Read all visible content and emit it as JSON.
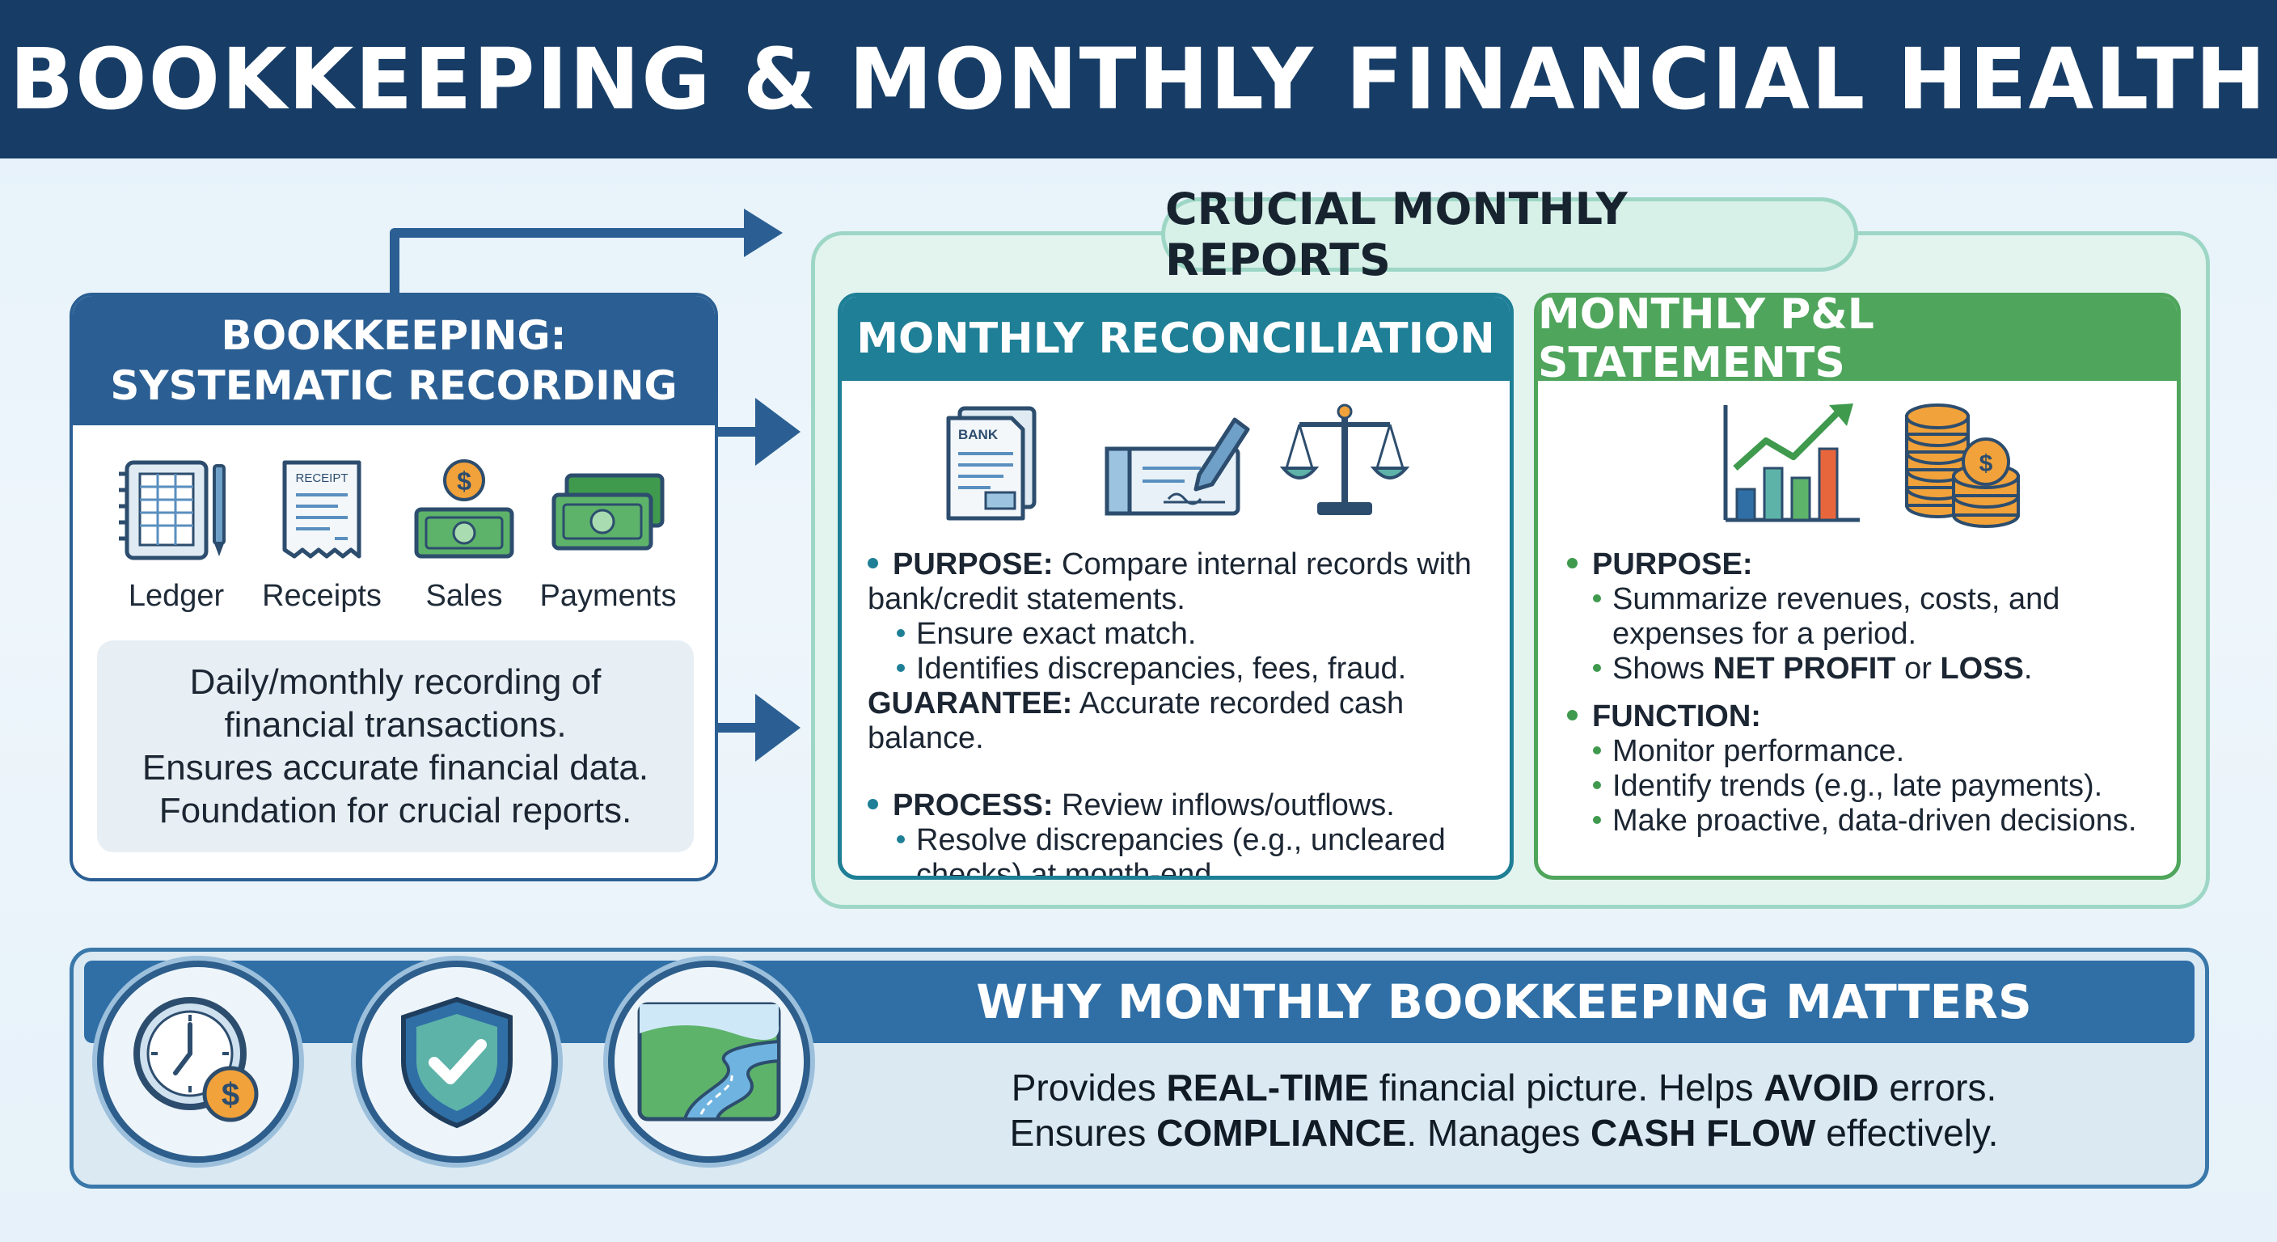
{
  "header": {
    "title": "BOOKKEEPING & MONTHLY FINANCIAL HEALTH"
  },
  "bookkeeping": {
    "title_line1": "BOOKKEEPING:",
    "title_line2": "SYSTEMATIC RECORDING",
    "items": [
      {
        "label": "Ledger",
        "icon": "ledger-icon"
      },
      {
        "label": "Receipts",
        "icon": "receipt-icon",
        "icon_text": "RECEIPT"
      },
      {
        "label": "Sales",
        "icon": "cash-icon"
      },
      {
        "label": "Payments",
        "icon": "payment-icon"
      }
    ],
    "description": [
      "Daily/monthly recording of",
      "financial transactions.",
      "Ensures accurate financial data.",
      "Foundation for crucial reports."
    ]
  },
  "reports": {
    "title": "CRUCIAL MONTHLY REPORTS",
    "reconciliation": {
      "title": "MONTHLY RECONCILIATION",
      "bank_label": "BANK",
      "purpose_label": "PURPOSE:",
      "purpose_text": "Compare internal records with",
      "purpose_text_2": "bank/credit statements.",
      "purpose_bullets": [
        "Ensure exact match.",
        "Identifies discrepancies, fees, fraud."
      ],
      "guarantee_label": "GUARANTEE:",
      "guarantee_text": "Accurate recorded cash balance.",
      "process_label": "PROCESS:",
      "process_text": "Review inflows/outflows.",
      "process_bullet_1": "Resolve discrepancies (e.g., uncleared",
      "process_bullet_2": "checks) at month-end."
    },
    "pl": {
      "title": "MONTHLY P&L STATEMENTS",
      "purpose_label": "PURPOSE:",
      "purpose_bullet_1a": "Summarize revenues, costs, and",
      "purpose_bullet_1b": "expenses for a period.",
      "purpose_bullet_2_pre": "Shows ",
      "purpose_bullet_2_bold1": "NET PROFIT",
      "purpose_bullet_2_mid": " or ",
      "purpose_bullet_2_bold2": "LOSS",
      "purpose_bullet_2_post": ".",
      "function_label": "FUNCTION:",
      "function_bullets": [
        "Monitor performance.",
        "Identify trends (e.g., late payments).",
        "Make proactive, data-driven decisions."
      ]
    }
  },
  "why": {
    "title": "WHY MONTHLY BOOKKEEPING MATTERS",
    "line1": [
      {
        "t": "Provides ",
        "b": false
      },
      {
        "t": "REAL-TIME",
        "b": true
      },
      {
        "t": " financial picture. Helps ",
        "b": false
      },
      {
        "t": "AVOID",
        "b": true
      },
      {
        "t": " errors.",
        "b": false
      }
    ],
    "line2": [
      {
        "t": "Ensures ",
        "b": false
      },
      {
        "t": "COMPLIANCE",
        "b": true
      },
      {
        "t": ". Manages ",
        "b": false
      },
      {
        "t": "CASH FLOW",
        "b": true
      },
      {
        "t": " effectively.",
        "b": false
      }
    ],
    "icons": [
      "clock-dollar-icon",
      "shield-check-icon",
      "river-icon"
    ]
  },
  "colors": {
    "header": "#173d66",
    "bookkeeping": "#2b5f93",
    "reconciliation": "#1e7f96",
    "pl": "#4fa55c"
  }
}
